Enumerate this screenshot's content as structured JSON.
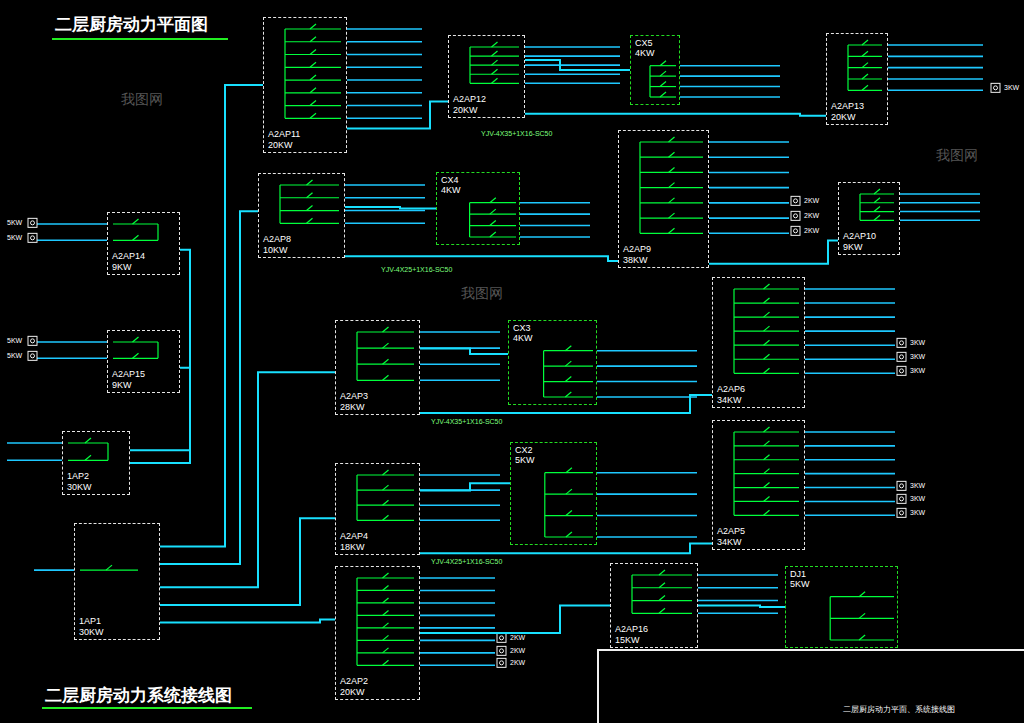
{
  "diagram": {
    "title": "二层厨房动力平面图",
    "caption": "二层厨房动力系统接线图",
    "nodes": [
      {
        "text": [
          "A2AP11",
          "20KW"
        ]
      },
      {
        "text": [
          "A2AP12",
          "20KW"
        ]
      },
      {
        "text": [
          "CX5",
          "4KW"
        ]
      },
      {
        "text": [
          "A2AP13",
          "20KW"
        ]
      },
      {
        "text": [
          "A2AP8",
          "10KW"
        ]
      },
      {
        "text": [
          "CX4",
          "4KW"
        ]
      },
      {
        "text": [
          "A2AP9",
          "38KW"
        ]
      },
      {
        "text": [
          "A2AP10",
          "9KW"
        ]
      },
      {
        "text": [
          "A2AP14",
          "9KW"
        ]
      },
      {
        "text": [
          "A2AP15",
          "9KW"
        ]
      },
      {
        "text": [
          "1AP2",
          "30KW"
        ]
      },
      {
        "text": [
          "1AP1",
          "30KW"
        ]
      },
      {
        "text": [
          "A2AP3",
          "28KW"
        ]
      },
      {
        "text": [
          "CX3",
          "4KW"
        ]
      },
      {
        "text": [
          "A2AP6",
          "34KW"
        ]
      },
      {
        "text": [
          "A2AP4",
          "18KW"
        ]
      },
      {
        "text": [
          "CX2",
          "5KW"
        ]
      },
      {
        "text": [
          "A2AP5",
          "34KW"
        ]
      },
      {
        "text": [
          "A2AP2",
          "20KW"
        ]
      },
      {
        "text": [
          "A2AP16",
          "15KW"
        ]
      },
      {
        "text": [
          "DJ1",
          "5KW"
        ]
      }
    ],
    "edges": [
      {
        "from": 11,
        "to": 0,
        "arrow": "none"
      },
      {
        "from": 11,
        "to": 4,
        "arrow": "none"
      },
      {
        "from": 11,
        "to": 12,
        "arrow": "none"
      },
      {
        "from": 11,
        "to": 15,
        "arrow": "none"
      },
      {
        "from": 11,
        "to": 18,
        "arrow": "none"
      },
      {
        "from": 0,
        "to": 1,
        "arrow": "none"
      },
      {
        "from": 1,
        "to": 2,
        "arrow": "none"
      },
      {
        "from": 1,
        "to": 3,
        "arrow": "none"
      },
      {
        "from": 4,
        "to": 5,
        "arrow": "none"
      },
      {
        "from": 4,
        "to": 6,
        "arrow": "none"
      },
      {
        "from": 6,
        "to": 7,
        "arrow": "none"
      },
      {
        "from": 12,
        "to": 13,
        "arrow": "none"
      },
      {
        "from": 12,
        "to": 14,
        "arrow": "none"
      },
      {
        "from": 15,
        "to": 16,
        "arrow": "none"
      },
      {
        "from": 15,
        "to": 17,
        "arrow": "none"
      },
      {
        "from": 18,
        "to": 19,
        "arrow": "none"
      },
      {
        "from": 19,
        "to": 20,
        "arrow": "none"
      },
      {
        "from": 10,
        "to": 8,
        "arrow": "none"
      },
      {
        "from": 10,
        "to": 9,
        "arrow": "none"
      }
    ],
    "labels": [
      "YJV-4X35+1X16-SC50",
      "YJV-4X25+1X16-SC50",
      "YJV-4X35+1X16-SC50",
      "YJV-4X25+1X16-SC50",
      "3KW",
      "2KW",
      "2KW",
      "2KW",
      "3KW",
      "3KW",
      "3KW",
      "3KW",
      "3KW",
      "3KW",
      "2KW",
      "2KW",
      "2KW",
      "5KW",
      "5KW",
      "5KW",
      "5KW",
      "二层厨房动力平面、系统接线图",
      "我图网",
      "我图网",
      "我图网"
    ]
  }
}
